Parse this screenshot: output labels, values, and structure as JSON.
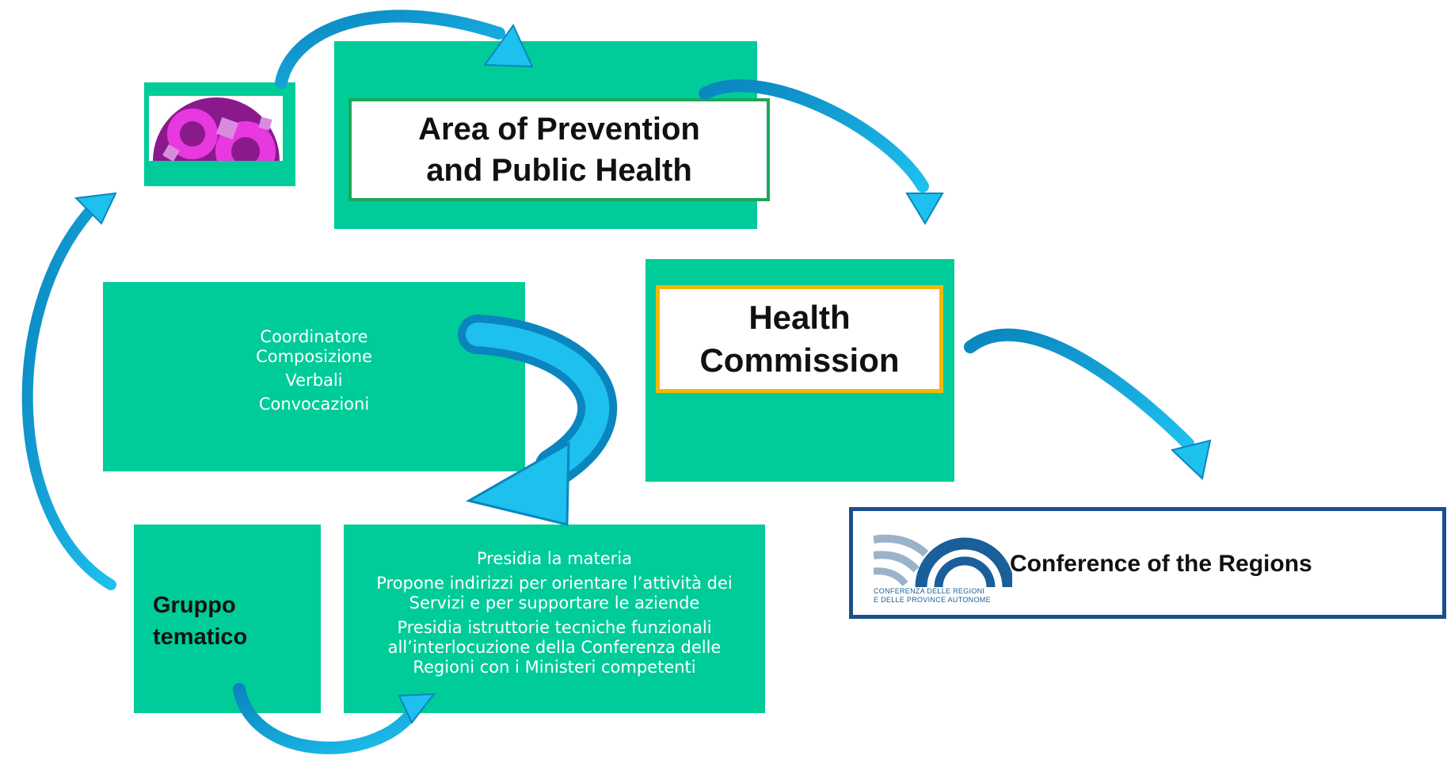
{
  "colors": {
    "box_fill": "#00cc99",
    "arrow": "#14b8e6",
    "arrow_edge": "#0a85bf",
    "area_border": "#1aa85a",
    "commission_border": "#f2b800",
    "conference_border": "#1a4f8c",
    "logo_gear": "#e838e0",
    "logo_dark": "#8a1a8c"
  },
  "logo": {
    "icon": "gears-icon"
  },
  "area": {
    "line1": "Area of Prevention",
    "line2": "and Public Health"
  },
  "health": {
    "line1": "Health",
    "line2": "Commission"
  },
  "info": {
    "items": [
      "Coordinatore",
      "Composizione",
      "Verbali",
      "Convocazioni"
    ]
  },
  "gruppo": {
    "line1": "Gruppo",
    "line2": "tematico"
  },
  "tasks": {
    "item1": "Presidia la materia",
    "item2_l1": "Propone indirizzi per orientare l’attività dei",
    "item2_l2": "Servizi e per supportare le aziende",
    "item3_l1": "Presidia istruttorie tecniche funzionali",
    "item3_l2": "all’interlocuzione della Conferenza delle",
    "item3_l3": "Regioni con i Ministeri competenti"
  },
  "conference": {
    "title": "Conference of the Regions",
    "logo_line1": "CONFERENZA DELLE REGIONI",
    "logo_line2": "E DELLE PROVINCE AUTONOME"
  }
}
